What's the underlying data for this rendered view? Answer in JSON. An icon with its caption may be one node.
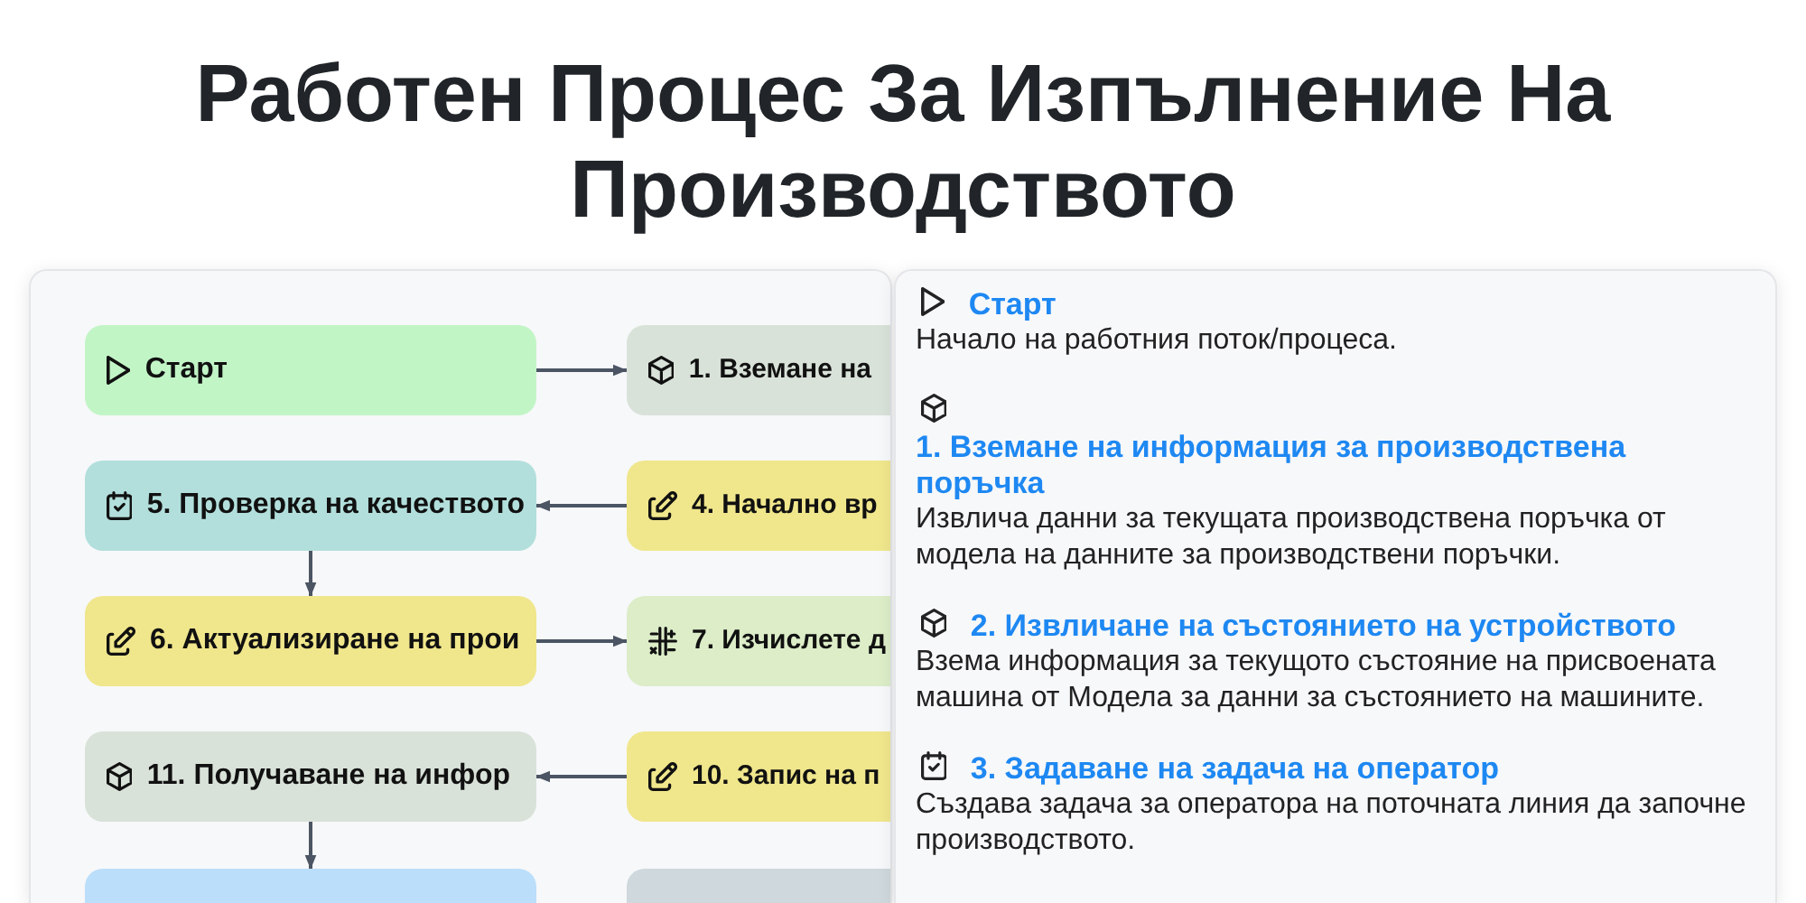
{
  "diagram": {
    "title": "Работен Процес За Изпълнение На Производството",
    "nodes": [
      {
        "text": [
          "Старт"
        ]
      },
      {
        "text": [
          "1. Вземане на"
        ]
      },
      {
        "text": [
          "5. Проверка на качеството"
        ]
      },
      {
        "text": [
          "4. Начално вр"
        ]
      },
      {
        "text": [
          "6. Актуализиране на прои"
        ]
      },
      {
        "text": [
          "7. Изчислете д"
        ]
      },
      {
        "text": [
          "11. Получаване на инфор"
        ]
      },
      {
        "text": [
          "10. Запис на п"
        ]
      },
      {
        "text": [],
        "shape": "box"
      },
      {
        "text": [],
        "shape": "box"
      },
      {
        "text": [
          "Старт",
          "Начало на работния поток/процеса.",
          "1. Вземане на информация за производствена поръчка",
          "Извлича данни за текущата производствена поръчка от модела на данните за производствени поръчки.",
          "2. Извличане на състоянието на устройството",
          "Взема информация за текущото състояние на присвоената машина от Модела за данни за състоянието на машините.",
          "3. Задаване на задача на оператор",
          "Създава задача за оператора на поточната линия да започне производството."
        ]
      }
    ],
    "edges": [
      {
        "from": 0,
        "to": 1,
        "arrow": "to"
      },
      {
        "from": 3,
        "to": 2,
        "arrow": "to"
      },
      {
        "from": 2,
        "to": 4,
        "arrow": "to"
      },
      {
        "from": 4,
        "to": 5,
        "arrow": "to"
      },
      {
        "from": 7,
        "to": 6,
        "arrow": "to"
      },
      {
        "from": 6,
        "to": 8,
        "arrow": "to"
      }
    ]
  }
}
